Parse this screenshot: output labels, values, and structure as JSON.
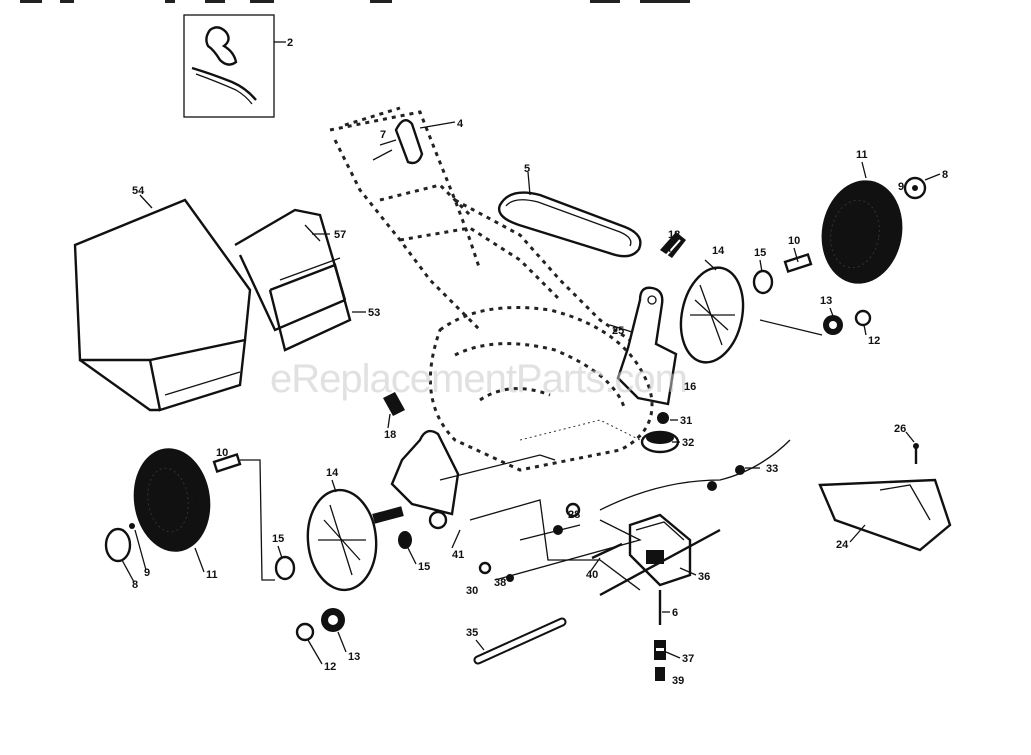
{
  "watermark": "eReplacementParts.com",
  "colors": {
    "ink": "#111111",
    "watermark": "#c9c9c9",
    "background": "#ffffff"
  },
  "labels": {
    "p2": "2",
    "p4": "4",
    "p7": "7",
    "p5": "5",
    "p11r": "11",
    "p9r": "9",
    "p8r": "8",
    "p54": "54",
    "p57": "57",
    "p53": "53",
    "p18a": "18",
    "p14r": "14",
    "p15r": "15",
    "p10r": "10",
    "p25": "25",
    "p16": "16",
    "p13r": "13",
    "p12r": "12",
    "p31": "31",
    "p32": "32",
    "p18b": "18",
    "p26": "26",
    "p33": "33",
    "p10l": "10",
    "p14l": "14",
    "p41": "41",
    "p28": "28",
    "p15l": "15",
    "p15m": "15",
    "p30": "30",
    "p38": "38",
    "p11l": "11",
    "p9l": "9",
    "p8l": "8",
    "p40": "40",
    "p36": "36",
    "p6": "6",
    "p13l": "13",
    "p12l": "12",
    "p35": "35",
    "p37": "37",
    "p39": "39",
    "p24": "24"
  }
}
